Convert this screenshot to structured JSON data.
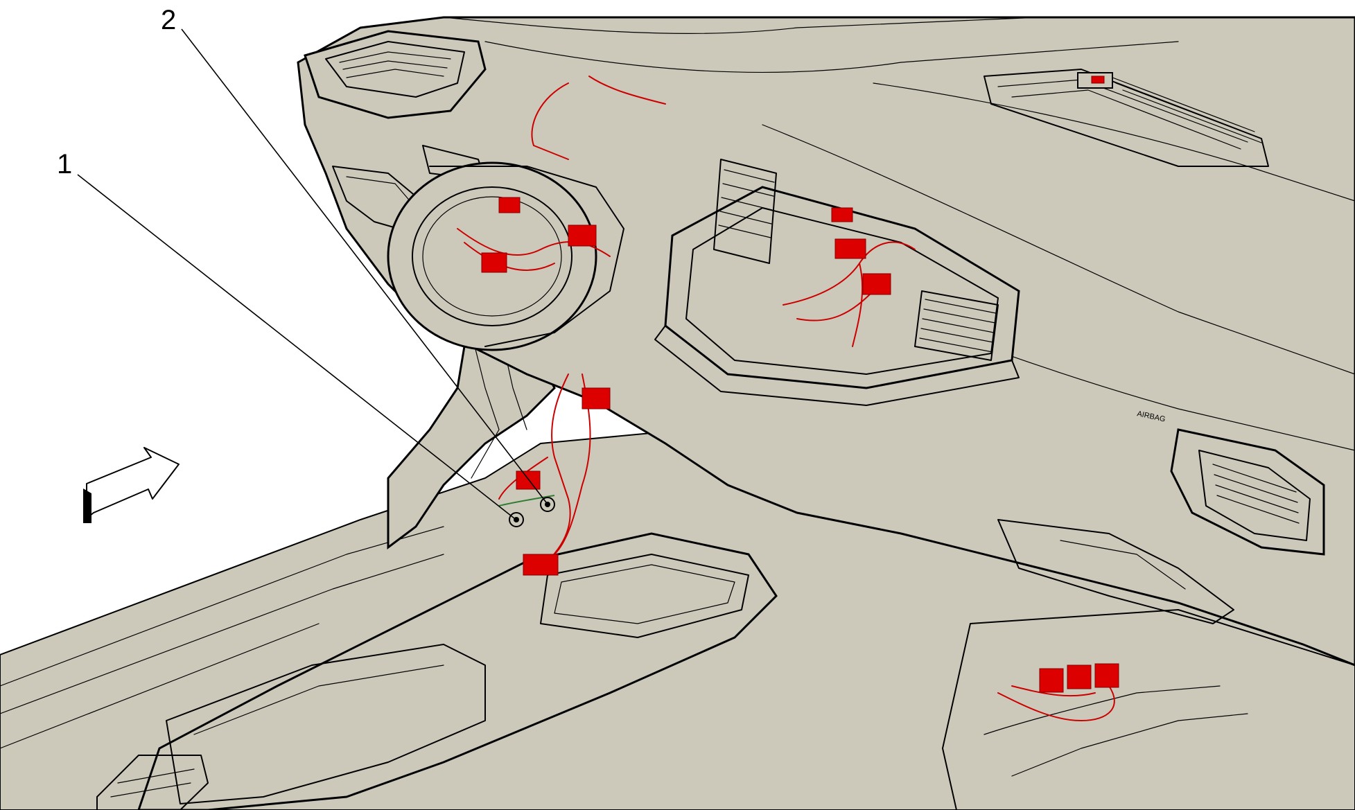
{
  "colors": {
    "background": "#ffffff",
    "panel_fill": "#ccc9bb",
    "line": "#000000",
    "harness": "#cc0000",
    "ground_wire": "#2e7d32"
  },
  "callouts": [
    {
      "label": "1"
    },
    {
      "label": "2"
    }
  ],
  "direction_arrow": {
    "icon": "front-direction-arrow-icon"
  },
  "airbag_label": "AIRBAG"
}
